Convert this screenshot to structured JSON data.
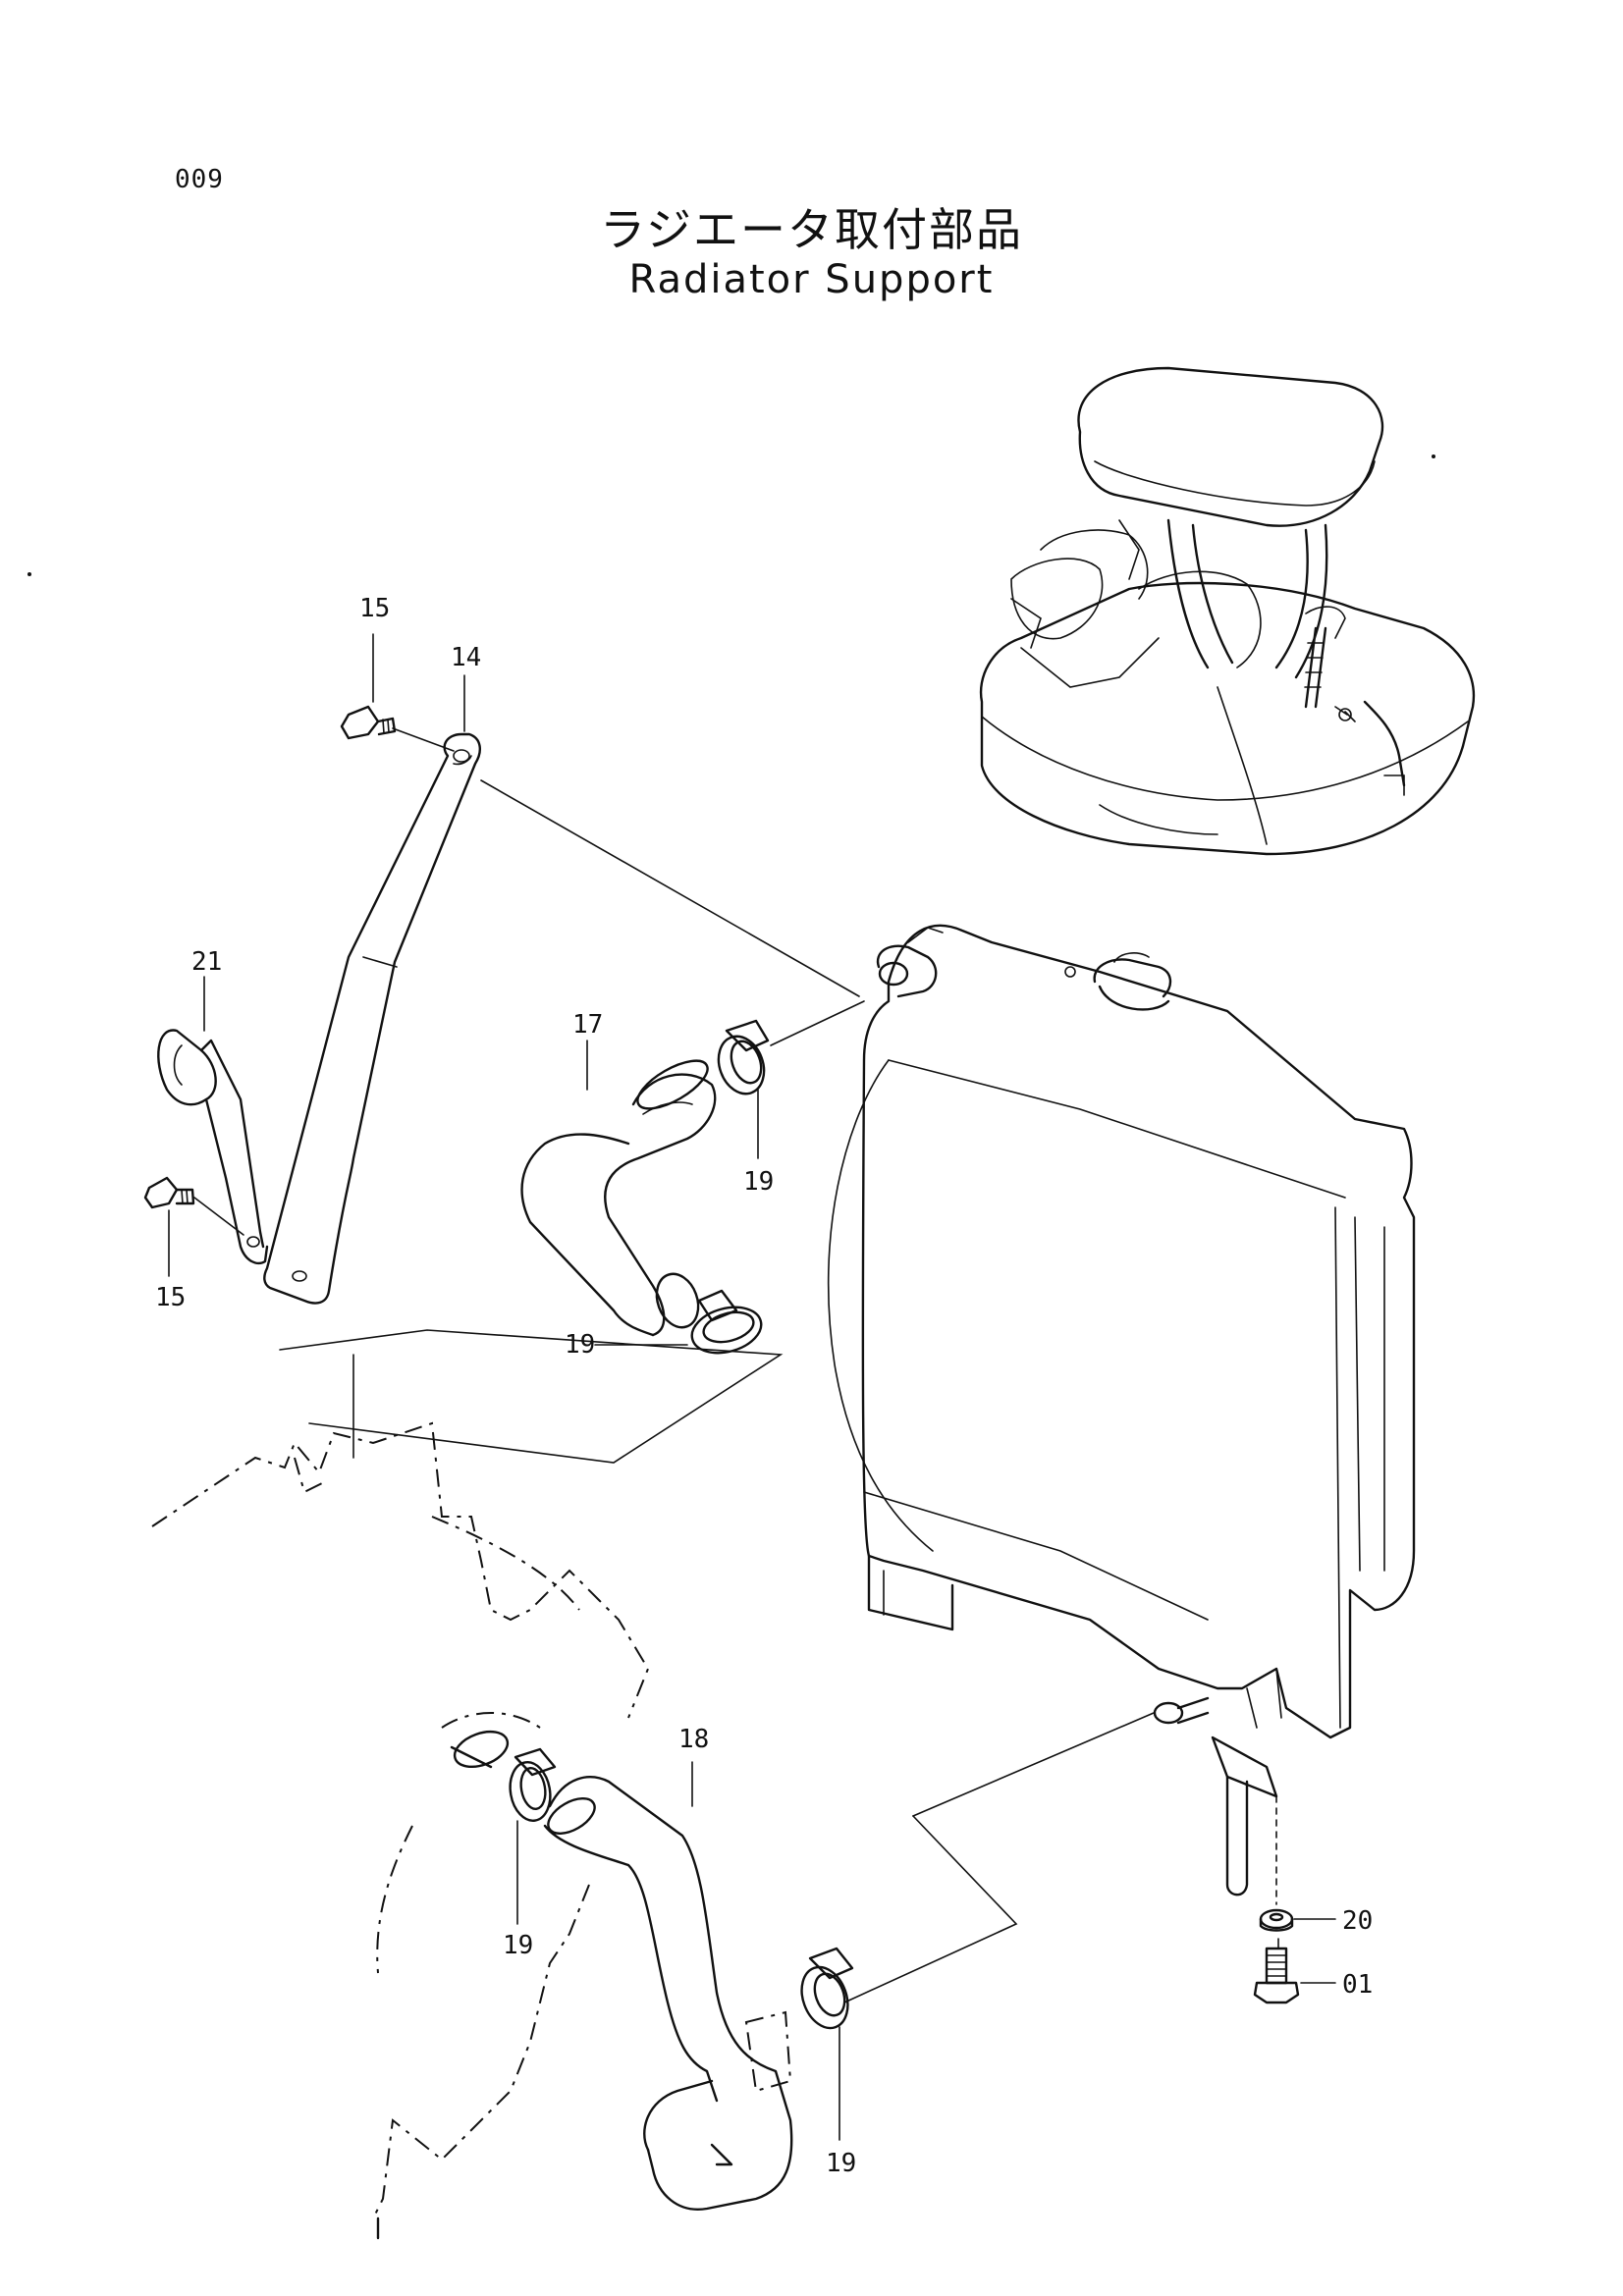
{
  "page": {
    "number": "009",
    "title_jp": "ラジエータ取付部品",
    "title_en": "Radiator Support"
  },
  "callouts": [
    {
      "id": "c15a",
      "label": "15"
    },
    {
      "id": "c14",
      "label": "14"
    },
    {
      "id": "c21",
      "label": "21"
    },
    {
      "id": "c15b",
      "label": "15"
    },
    {
      "id": "c17",
      "label": "17"
    },
    {
      "id": "c19a",
      "label": "19"
    },
    {
      "id": "c19b",
      "label": "19"
    },
    {
      "id": "c18",
      "label": "18"
    },
    {
      "id": "c19c",
      "label": "19"
    },
    {
      "id": "c19d",
      "label": "19"
    },
    {
      "id": "c20",
      "label": "20"
    },
    {
      "id": "c01",
      "label": "01"
    }
  ]
}
